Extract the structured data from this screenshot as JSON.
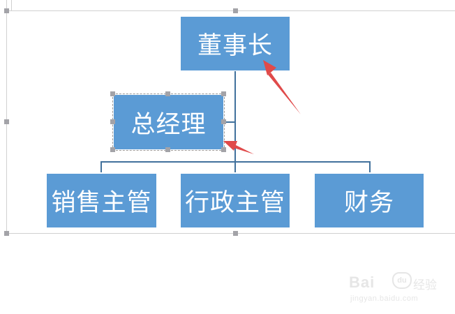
{
  "diagram": {
    "type": "org-chart",
    "fill_color": "#5b9bd5",
    "connector_color": "#41719c",
    "text_color": "#ffffff",
    "nodes": {
      "top": {
        "label": "董事长"
      },
      "assistant": {
        "label": "总经理",
        "selected": true
      },
      "children": [
        {
          "label": "销售主管"
        },
        {
          "label": "行政主管"
        },
        {
          "label": "财务"
        }
      ]
    },
    "annotations": {
      "arrow_color": "#e04a4a",
      "arrows": [
        {
          "points_to": "董事长"
        },
        {
          "points_to": "总经理"
        }
      ]
    }
  },
  "watermark": {
    "brand": "Bai",
    "paw": "du",
    "cn": "经验",
    "url": "jingyan.baidu.com"
  }
}
